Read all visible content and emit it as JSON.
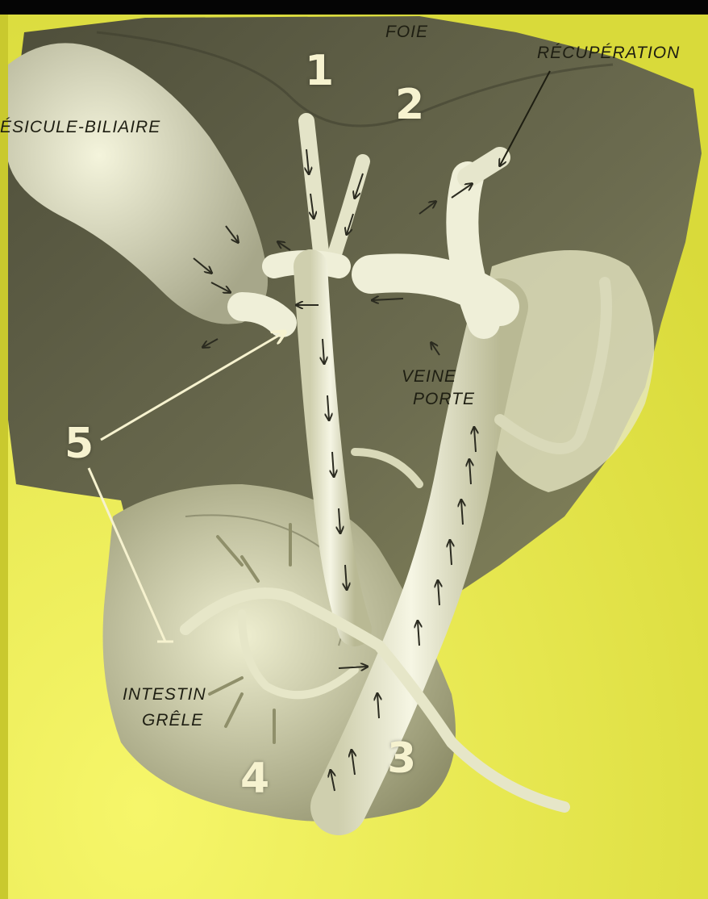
{
  "labels": {
    "foie": "FOIE",
    "recuperation": "RÉCUPÉRATION",
    "vesicule": "ÉSICULE-BILIAIRE",
    "veine": "VEINE",
    "porte": "PORTE",
    "intestin": "INTESTIN",
    "grele": "GRÊLE"
  },
  "numbers": {
    "n1": "1",
    "n2": "2",
    "n3": "3",
    "n4": "4",
    "n5": "5"
  },
  "colors": {
    "background": "#f2f25a",
    "liver": "#6b6b4f",
    "vessel": "#efefd8",
    "number": "#f6f2cf"
  }
}
